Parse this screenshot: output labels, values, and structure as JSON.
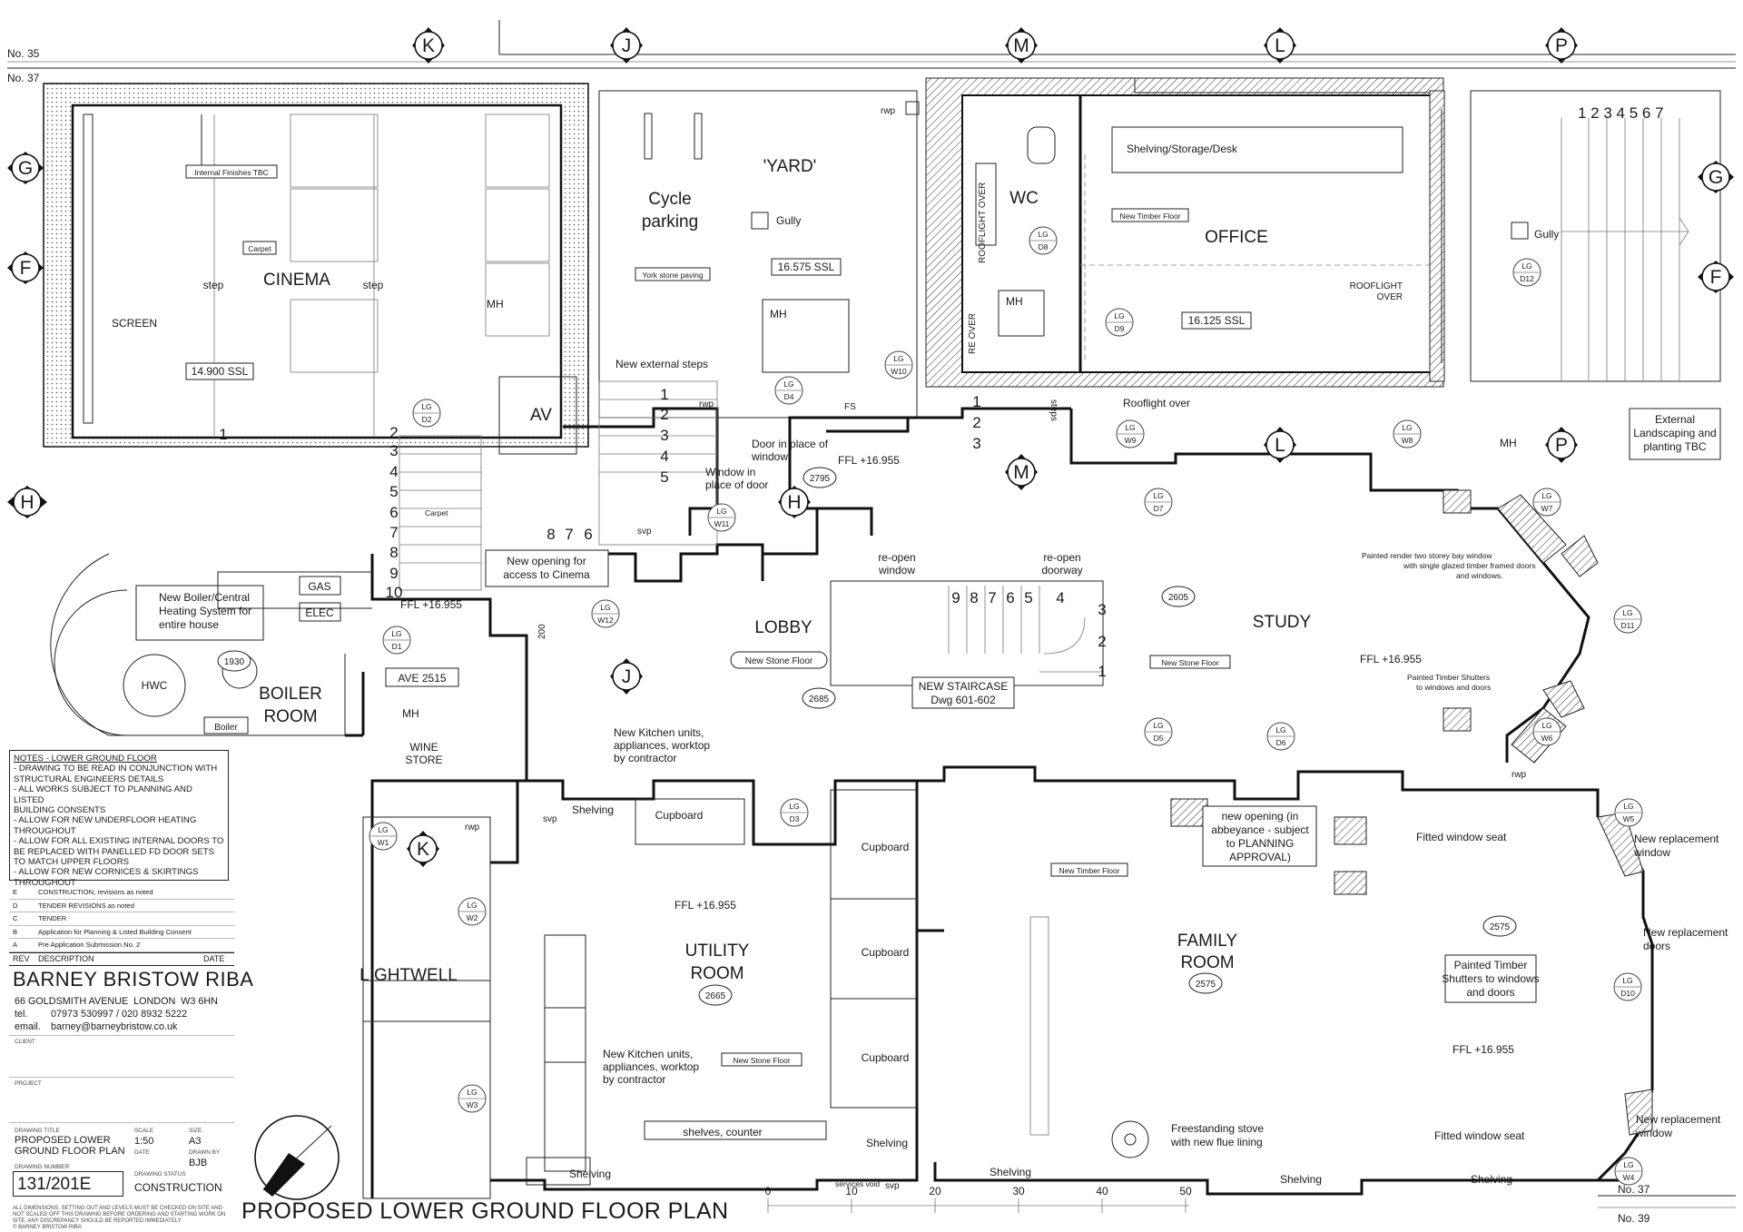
{
  "drawing": {
    "title": "PROPOSED LOWER GROUND FLOOR PLAN",
    "neighbours": {
      "top_outer": "No. 35",
      "top_inner": "No. 37",
      "bottom_inner": "No. 37",
      "bottom_outer": "No. 39"
    },
    "grid_markers": [
      "K",
      "J",
      "M",
      "L",
      "P",
      "G",
      "F",
      "H"
    ],
    "scale_bar_ticks": [
      "0",
      "10",
      "20",
      "30",
      "40",
      "50"
    ]
  },
  "rooms": {
    "cinema": "CINEMA",
    "screen": "SCREEN",
    "yard": "'YARD'",
    "cycle_1": "Cycle",
    "cycle_2": "parking",
    "wc": "WC",
    "office": "OFFICE",
    "av": "AV",
    "boiler_1": "BOILER",
    "boiler_2": "ROOM",
    "wine_1": "WINE",
    "wine_2": "STORE",
    "lobby": "LOBBY",
    "study": "STUDY",
    "utility_1": "UTILITY",
    "utility_2": "ROOM",
    "family_1": "FAMILY",
    "family_2": "ROOM",
    "lightwell": "LIGHTWELL"
  },
  "labels": {
    "internal_finishes": "Internal Finishes TBC",
    "carpet": "Carpet",
    "step": "step",
    "ssl_cinema": "14.900 SSL",
    "ssl_yard": "16.575 SSL",
    "ssl_office": "16.125 SSL",
    "york_stone": "York stone paving",
    "gully": "Gully",
    "mh": "MH",
    "new_external_steps": "New external steps",
    "shelving_storage": "Shelving/Storage/Desk",
    "new_timber_floor": "New Timber Floor",
    "rooflight_over": "ROOFLIGHT OVER",
    "rooflight_1": "ROOFLIGHT",
    "rooflight_2": "OVER",
    "re_over": "RE OVER",
    "rooflight_over_lc": "Rooflight over",
    "rwp": "rwp",
    "svp": "svp",
    "fs": "FS",
    "steps": "steps",
    "door_in_place_1": "Door in place of",
    "door_in_place_2": "window",
    "window_in_place_1": "Window in",
    "window_in_place_2": "place of door",
    "ffl": "FFL +16.955",
    "new_opening_cinema_1": "New opening for",
    "new_opening_cinema_2": "access to Cinema",
    "re_open": "re-open",
    "window": "window",
    "doorway": "doorway",
    "new_stone_floor": "New Stone Floor",
    "new_staircase_1": "NEW STAIRCASE",
    "new_staircase_2": "Dwg 601-602",
    "boiler_central_1": "New Boiler/Central",
    "boiler_central_2": "Heating System for",
    "boiler_central_3": "entire house",
    "gas": "GAS",
    "elec": "ELEC",
    "hwc": "HWC",
    "boiler": "Boiler",
    "ave": "AVE 2515",
    "dim_200": "200",
    "kitchen_1": "New Kitchen units,",
    "kitchen_2": "appliances, worktop",
    "kitchen_3": "by contractor",
    "shelving": "Shelving",
    "cupboard": "Cupboard",
    "shelves_counter": "shelves, counter",
    "services_void": "services void",
    "bay_window_1": "Painted render two storey bay window",
    "bay_window_2": "with single glazed timber framed doors",
    "bay_window_3": "and windows.",
    "shutters_sm_1": "Painted Timber Shutters",
    "shutters_sm_2": "to windows and doors",
    "external_land_1": "External",
    "external_land_2": "Landscaping and",
    "external_land_3": "planting TBC",
    "abeyance_1": "new opening (in",
    "abeyance_2": "abbeyance - subject",
    "abeyance_3": "to PLANNING",
    "abeyance_4": "APPROVAL)",
    "fitted_seat": "Fitted window seat",
    "new_replacement_1": "New replacement",
    "new_replacement_window": "window",
    "new_replacement_doors": "doors",
    "shutters_1": "Painted Timber",
    "shutters_2": "Shutters to windows",
    "shutters_3": "and doors",
    "stove_1": "Freestanding stove",
    "stove_2": "with new flue lining"
  },
  "heights": {
    "h1930": "1930",
    "h2515": "2515",
    "h2795": "2795",
    "h2685": "2685",
    "h2605": "2605",
    "h2665": "2665",
    "h2575a": "2575",
    "h2575b": "2575"
  },
  "door_tags": {
    "lg": "LG",
    "d1": "D1",
    "d2": "D2",
    "d3": "D3",
    "d4": "D4",
    "d5": "D5",
    "d6": "D6",
    "d7": "D7",
    "d8": "D8",
    "d9": "D9",
    "d10": "D10",
    "d11": "D11",
    "d12": "D12",
    "w1": "W1",
    "w2": "W2",
    "w3": "W3",
    "w4": "W4",
    "w5": "W5",
    "w6": "W6",
    "w7": "W7",
    "w8": "W8",
    "w9": "W9",
    "w10": "W10",
    "w11": "W11",
    "w12": "W12"
  },
  "notes": {
    "heading": "NOTES - LOWER GROUND FLOOR",
    "lines": [
      "- DRAWING TO BE READ IN CONJUNCTION WITH",
      "STRUCTURAL ENGINEERS DETAILS",
      "- ALL WORKS SUBJECT TO PLANNING AND LISTED",
      "BUILDING CONSENTS",
      "- ALLOW FOR NEW UNDERFLOOR HEATING",
      "THROUGHOUT",
      "- ALLOW FOR ALL EXISTING INTERNAL DOORS TO",
      "BE REPLACED WITH PANELLED FD DOOR SETS",
      "TO MATCH UPPER FLOORS",
      "- ALLOW FOR NEW CORNICES & SKIRTINGS",
      "THROUGHOUT"
    ]
  },
  "revisions": {
    "rows": [
      {
        "rev": "E",
        "desc": "CONSTRUCTION, revisions as noted",
        "date": ""
      },
      {
        "rev": "D",
        "desc": "TENDER REVISIONS as noted",
        "date": ""
      },
      {
        "rev": "C",
        "desc": "TENDER",
        "date": ""
      },
      {
        "rev": "B",
        "desc": "Application for Planning & Listed Building Consent",
        "date": ""
      },
      {
        "rev": "A",
        "desc": "Pre Application Submission No. 2",
        "date": ""
      }
    ],
    "header": {
      "rev": "REV",
      "desc": "DESCRIPTION",
      "date": "DATE"
    }
  },
  "titleblock": {
    "firm": "BARNEY BRISTOW RIBA",
    "address": "66 GOLDSMITH AVENUE",
    "city": "LONDON",
    "postcode": "W3 6HN",
    "tel_label": "tel.",
    "tel": "07973 530997 / 020 8932 5222",
    "email_label": "email.",
    "email": "barney@barneybristow.co.uk",
    "client_label": "CLIENT",
    "project_label": "PROJECT",
    "drawing_title_label": "DRAWING TITLE",
    "drawing_title": "PROPOSED LOWER GROUND FLOOR PLAN",
    "scale_label": "SCALE",
    "scale": "1:50",
    "size_label": "SIZE",
    "size": "A3",
    "date_label": "DATE",
    "drawn_label": "DRAWN BY",
    "drawn": "BJB",
    "number_label": "DRAWING NUMBER",
    "number": "131/201E",
    "status_label": "DRAWING STATUS",
    "status": "CONSTRUCTION",
    "disclaimer": "ALL DIMENSIONS, SETTING OUT AND LEVELS MUST BE CHECKED ON SITE AND NOT SCALED OFF THIS DRAWING BEFORE ORDERING AND STARTING WORK ON SITE. ANY DISCREPANCY SHOULD BE REPORTED IMMEDIATELY",
    "copyright": "© BARNEY BRISTOW RIBA"
  }
}
